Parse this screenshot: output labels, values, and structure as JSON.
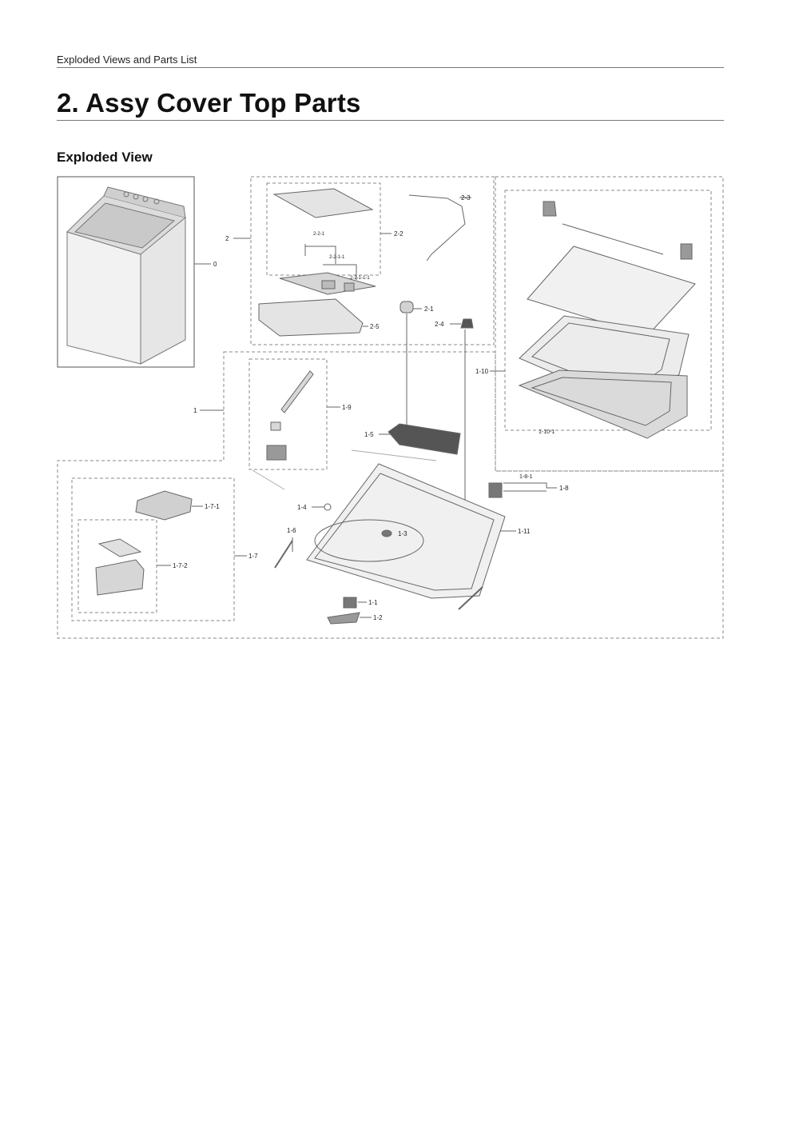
{
  "header": {
    "running_title": "Exploded Views and Parts List"
  },
  "section": {
    "title": "2.  Assy Cover Top Parts",
    "subtitle": "Exploded View"
  },
  "diagram": {
    "callouts": {
      "c0": "0",
      "c1": "1",
      "c1_1": "1-1",
      "c1_2": "1-2",
      "c1_3": "1-3",
      "c1_4": "1-4",
      "c1_5": "1-5",
      "c1_6": "1-6",
      "c1_7": "1-7",
      "c1_7_1": "1-7-1",
      "c1_7_2": "1-7-2",
      "c1_8": "1-8",
      "c1_8_1": "1-8-1",
      "c1_9": "1-9",
      "c1_10": "1-10",
      "c1_10_1": "1-10-1",
      "c1_11": "1-11",
      "c2": "2",
      "c2_1": "2-1",
      "c2_2": "2-2",
      "c2_2_1": "2-2-1",
      "c2_2_1_1": "2-2-1-1",
      "c2_2_1_1_1": "2-2-1-1-1",
      "c2_3": "2-3",
      "c2_4": "2-4",
      "c2_5": "2-5"
    }
  }
}
